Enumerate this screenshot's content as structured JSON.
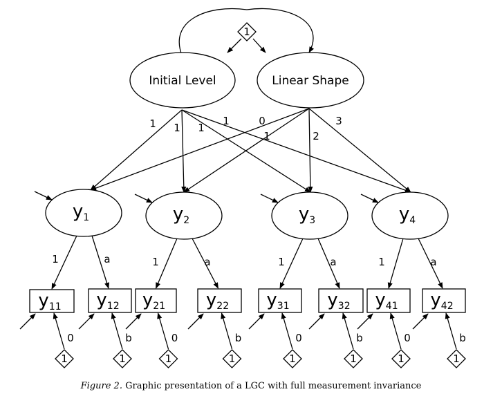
{
  "diagram": {
    "top_constant": "1",
    "latent_factors": [
      {
        "id": "initial",
        "label": "Initial Level"
      },
      {
        "id": "shape",
        "label": "Linear Shape"
      }
    ],
    "level_loadings": [
      "1",
      "1",
      "1",
      "1"
    ],
    "shape_loadings": [
      "0",
      "1",
      "2",
      "3"
    ],
    "first_order": [
      {
        "base": "y",
        "sub": "1"
      },
      {
        "base": "y",
        "sub": "2"
      },
      {
        "base": "y",
        "sub": "3"
      },
      {
        "base": "y",
        "sub": "4"
      }
    ],
    "indicator_loadings": [
      "1",
      "a"
    ],
    "indicators": [
      {
        "base": "y",
        "sub": "11"
      },
      {
        "base": "y",
        "sub": "12"
      },
      {
        "base": "y",
        "sub": "21"
      },
      {
        "base": "y",
        "sub": "22"
      },
      {
        "base": "y",
        "sub": "31"
      },
      {
        "base": "y",
        "sub": "32"
      },
      {
        "base": "y",
        "sub": "41"
      },
      {
        "base": "y",
        "sub": "42"
      }
    ],
    "intercept_constant": "1",
    "intercept_labels": [
      "0",
      "b"
    ]
  },
  "caption": {
    "figure": "Figure 2.",
    "text": "Graphic presentation of a LGC with full measurement invariance"
  }
}
